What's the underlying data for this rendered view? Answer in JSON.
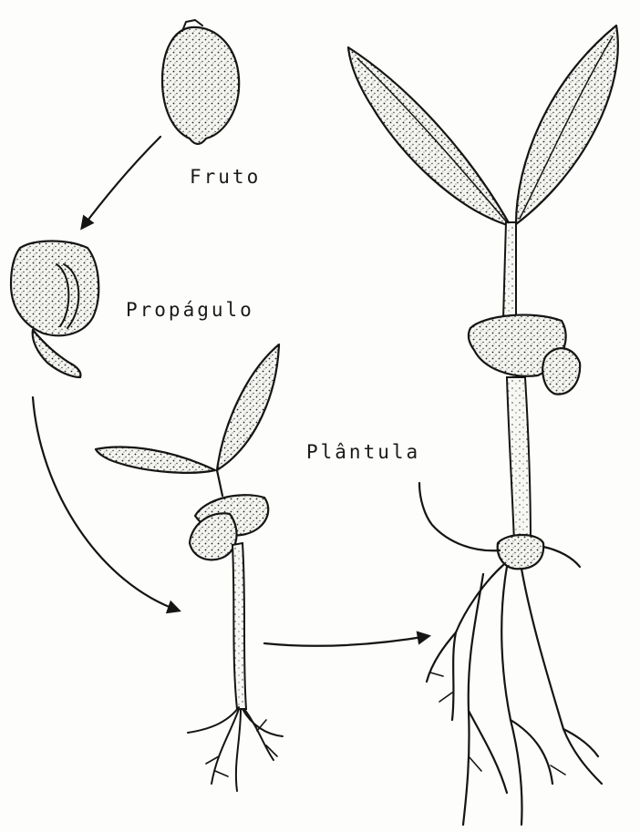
{
  "labels": {
    "fruto": "Fruto",
    "propagulo": "Propágulo",
    "plantula": "Plântula"
  },
  "colors": {
    "ink": "#151515",
    "paper": "#fdfdfb"
  }
}
